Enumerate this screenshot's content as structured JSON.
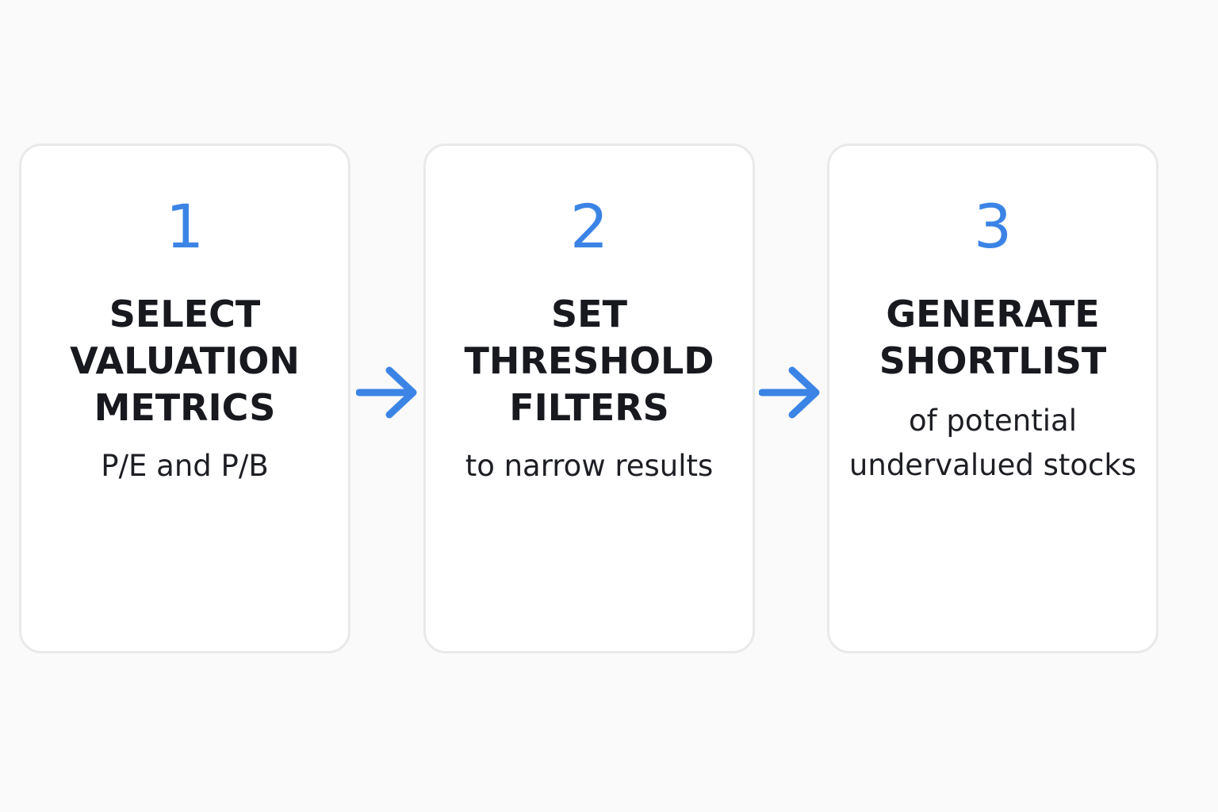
{
  "steps": [
    {
      "number": "1",
      "title": "SELECT VALUATION METRICS",
      "description": "P/E and P/B"
    },
    {
      "number": "2",
      "title": "SET THRESHOLD FILTERS",
      "description": "to narrow results"
    },
    {
      "number": "3",
      "title": "GENERATE SHORTLIST",
      "description": "of potential undervalued stocks"
    }
  ],
  "connectors": [
    {
      "icon": "arrow-right-icon",
      "color": "#3b84e6"
    },
    {
      "icon": "arrow-right-icon",
      "color": "#3b84e6"
    }
  ],
  "colors": {
    "accent": "#3b84e6",
    "text": "#17191e",
    "card_border": "#e9e9e9",
    "background": "#fafafa"
  }
}
